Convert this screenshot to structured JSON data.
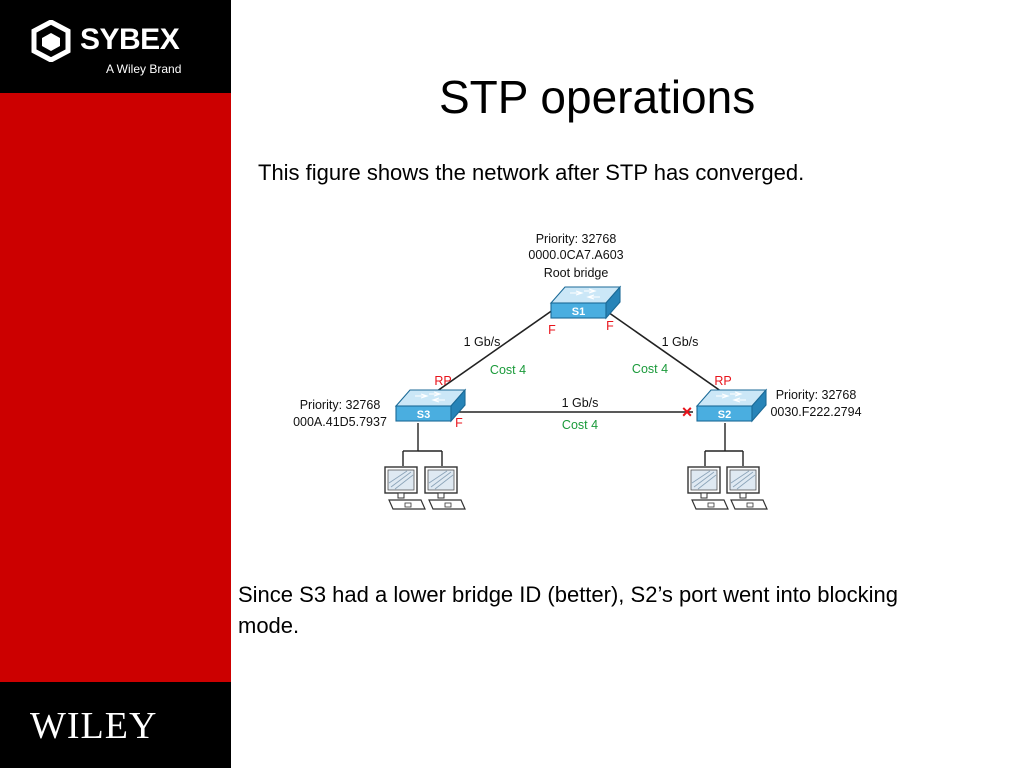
{
  "branding": {
    "publisher": "SYBEX",
    "tagline": "A Wiley Brand",
    "footer_logo": "WILEY"
  },
  "slide": {
    "title": "STP operations",
    "subtitle": "This figure shows the network after STP has converged.",
    "footer": "Since S3 had a lower bridge ID (better), S2’s port went into blocking mode."
  },
  "diagram": {
    "switches": {
      "s1": {
        "label": "S1",
        "priority": "Priority: 32768",
        "mac": "0000.0CA7.A603",
        "role": "Root bridge"
      },
      "s2": {
        "label": "S2",
        "priority": "Priority: 32768",
        "mac": "0030.F222.2794"
      },
      "s3": {
        "label": "S3",
        "priority": "Priority: 32768",
        "mac": "000A.41D5.7937"
      }
    },
    "links": {
      "s1_s3": {
        "speed": "1 Gb/s",
        "cost": "Cost 4"
      },
      "s1_s2": {
        "speed": "1 Gb/s",
        "cost": "Cost 4"
      },
      "s3_s2": {
        "speed": "1 Gb/s",
        "cost": "Cost 4"
      }
    },
    "port_states": {
      "s1_to_s3": "F",
      "s1_to_s2": "F",
      "s3_root": "RP",
      "s3_to_s2": "F",
      "s2_root": "RP",
      "s2_blocked": "×"
    },
    "colors": {
      "port_state": "#e8131b",
      "cost": "#1a9a3a",
      "switch_face": "#4aaee0",
      "switch_top": "#cbe7f7"
    }
  }
}
